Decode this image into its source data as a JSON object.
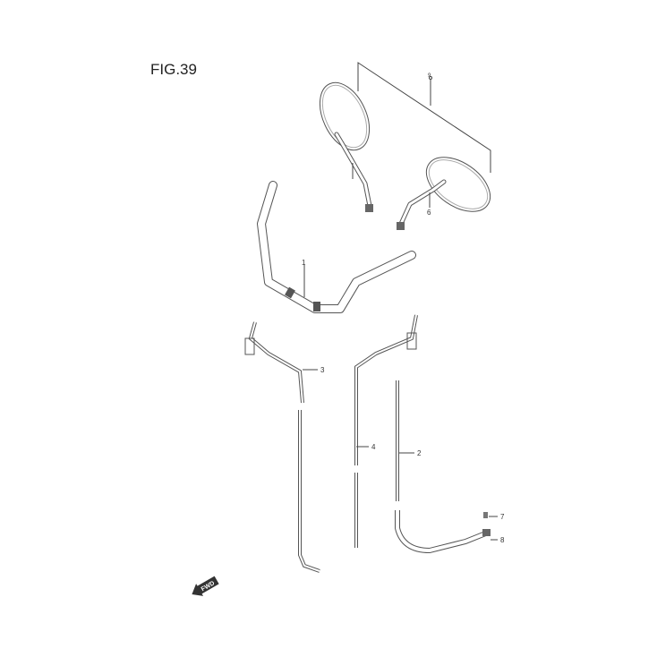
{
  "figure": {
    "title": "FIG.39"
  },
  "parts": [
    {
      "ref": "1",
      "name": "handlebar"
    },
    {
      "ref": "2",
      "name": "cable"
    },
    {
      "ref": "3",
      "name": "cable"
    },
    {
      "ref": "4",
      "name": "cable"
    },
    {
      "ref": "6",
      "name": "mirror"
    },
    {
      "ref": "7",
      "name": "screw"
    },
    {
      "ref": "8",
      "name": "clip"
    },
    {
      "ref": "9",
      "name": "mirror-set"
    }
  ],
  "direction_marker": "FWD"
}
